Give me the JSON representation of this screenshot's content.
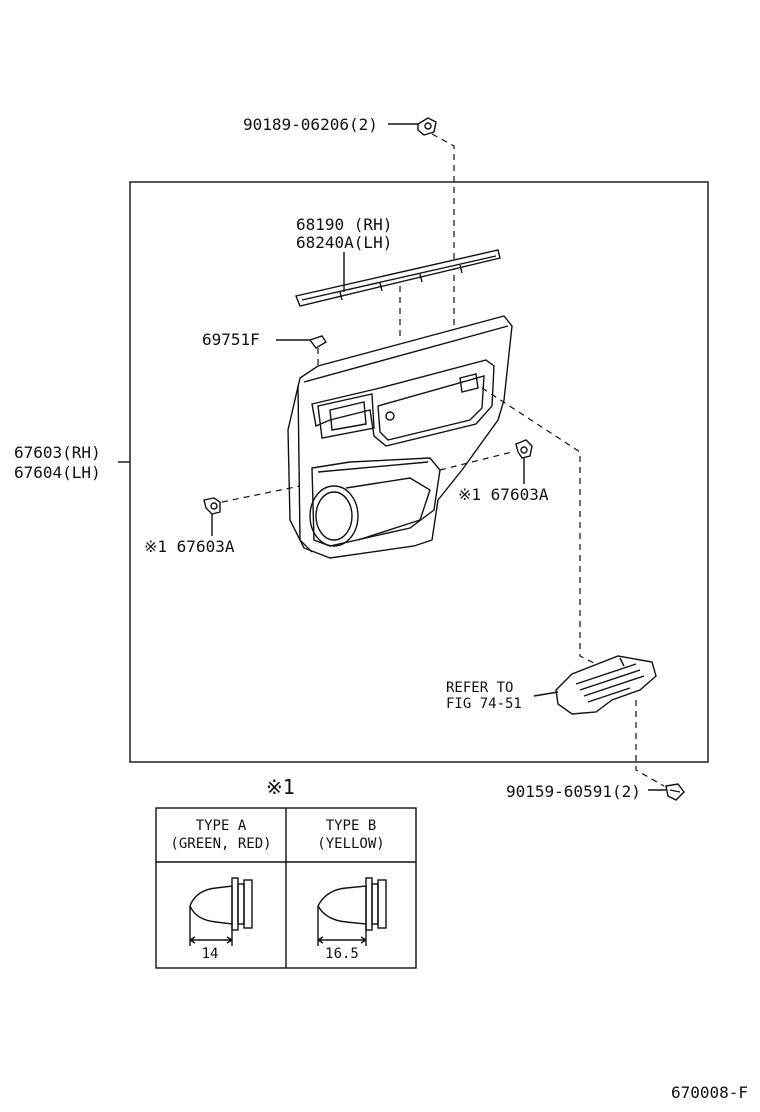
{
  "labels": {
    "clip_top": "90189-06206(2)",
    "weatherstrip_rh": "68190 (RH)",
    "weatherstrip_lh": "68240A(LH)",
    "clip_69751f": "69751F",
    "panel_rh": "67603(RH)",
    "panel_lh": "67604(LH)",
    "clip_left": "※1 67603A",
    "clip_right": "※1 67603A",
    "refer_line1": "REFER TO",
    "refer_line2": "FIG 74-51",
    "screw_bottom": "90159-60591(2)",
    "note_marker": "※1",
    "diagram_code": "670008-F"
  },
  "type_table": {
    "type_a_title": "TYPE A",
    "type_a_colors": "(GREEN, RED)",
    "type_a_dim": "14",
    "type_b_title": "TYPE B",
    "type_b_colors": "(YELLOW)",
    "type_b_dim": "16.5"
  }
}
